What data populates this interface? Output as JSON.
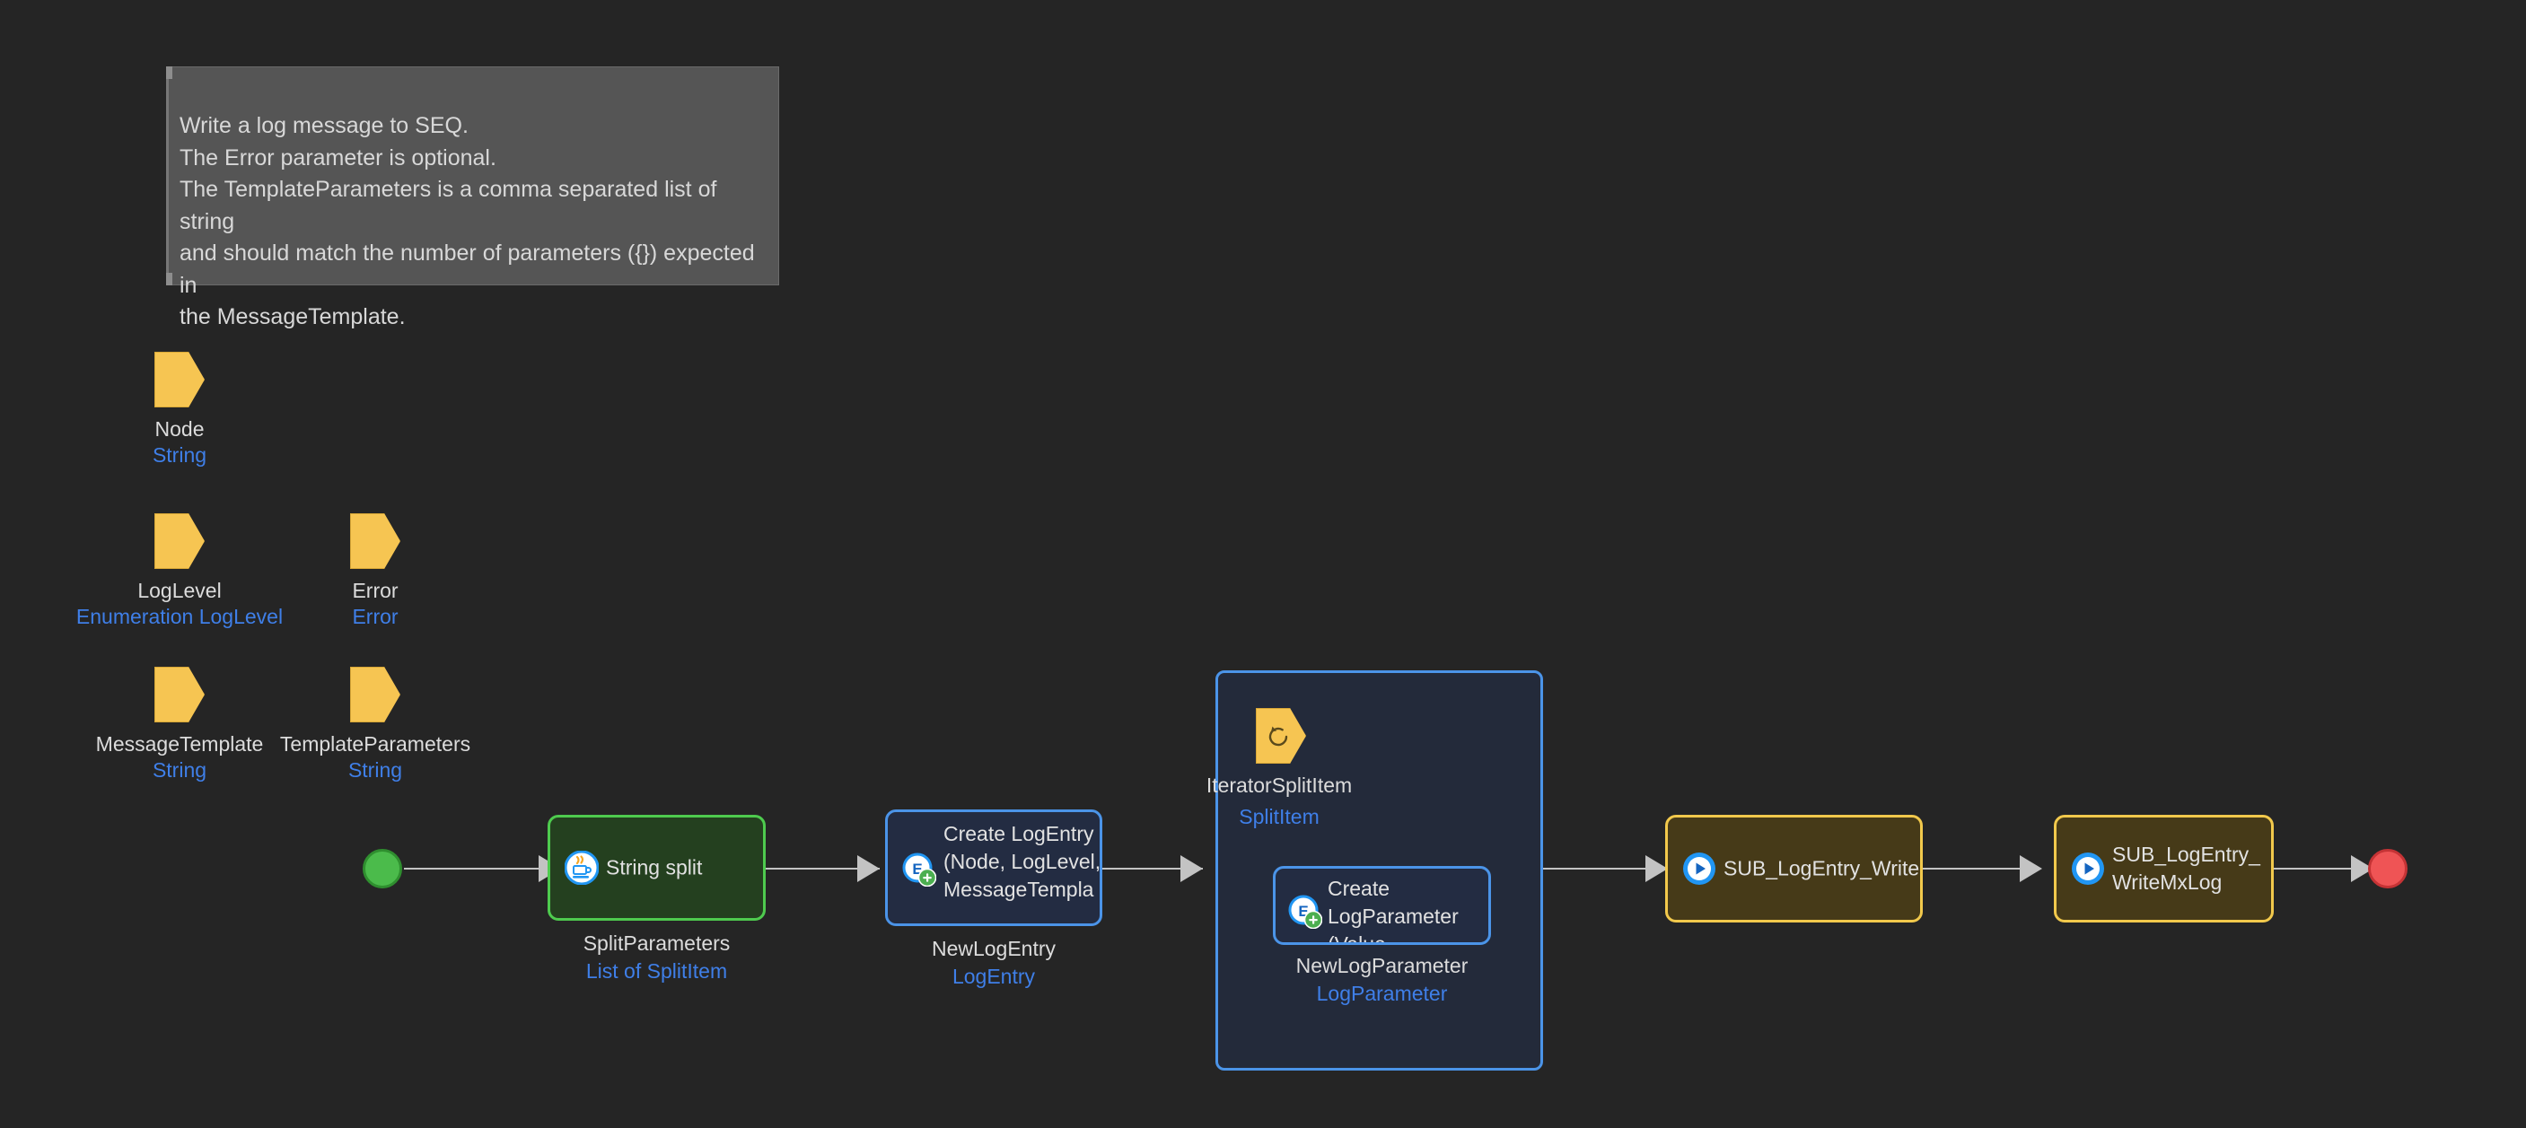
{
  "canvas": {
    "background": "#252525",
    "accent_blue": "#3f7fe8",
    "accent_yellow": "#f6c552",
    "accent_green": "#4ecb4e",
    "accent_red": "#ef5455"
  },
  "comment": {
    "name": "microflow-comment",
    "text": "Write a log message to SEQ.\nThe Error parameter is optional.\nThe TemplateParameters is a comma separated list of string\nand should match the number of parameters ({}) expected in\nthe MessageTemplate."
  },
  "parameters": [
    {
      "name": "Node",
      "type": "String"
    },
    {
      "name": "LogLevel",
      "type": "Enumeration LogLevel"
    },
    {
      "name": "Error",
      "type": "Error"
    },
    {
      "name": "MessageTemplate",
      "type": "String"
    },
    {
      "name": "TemplateParameters",
      "type": "String"
    }
  ],
  "events": {
    "start_label": "start-event",
    "end_label": "end-event"
  },
  "activities": [
    {
      "id": "string-split",
      "caption": "String split",
      "icon": "java-action-icon",
      "kind": "java-action",
      "output_name": "SplitParameters",
      "output_type": "List of SplitItem"
    },
    {
      "id": "create-log-entry",
      "caption": "Create LogEntry (Node, LogLevel, MessageTempla",
      "icon": "create-object-icon",
      "kind": "create-object",
      "output_name": "NewLogEntry",
      "output_type": "LogEntry"
    },
    {
      "id": "create-log-parameter",
      "caption": "Create LogParameter (Value, LogParameter_L",
      "icon": "create-object-icon",
      "kind": "create-object",
      "output_name": "NewLogParameter",
      "output_type": "LogParameter"
    },
    {
      "id": "sub-logentry-write",
      "caption": "SUB_LogEntry_Write",
      "icon": "sub-microflow-icon",
      "kind": "sub-microflow"
    },
    {
      "id": "sub-logentry-writemxlog",
      "caption": "SUB_LogEntry_ WriteMxLog",
      "icon": "sub-microflow-icon",
      "kind": "sub-microflow"
    }
  ],
  "loop": {
    "id": "iterator-split-item",
    "icon": "loop-iterator-icon",
    "iterator_name": "IteratorSplitItem",
    "iterator_type": "SplitItem"
  }
}
